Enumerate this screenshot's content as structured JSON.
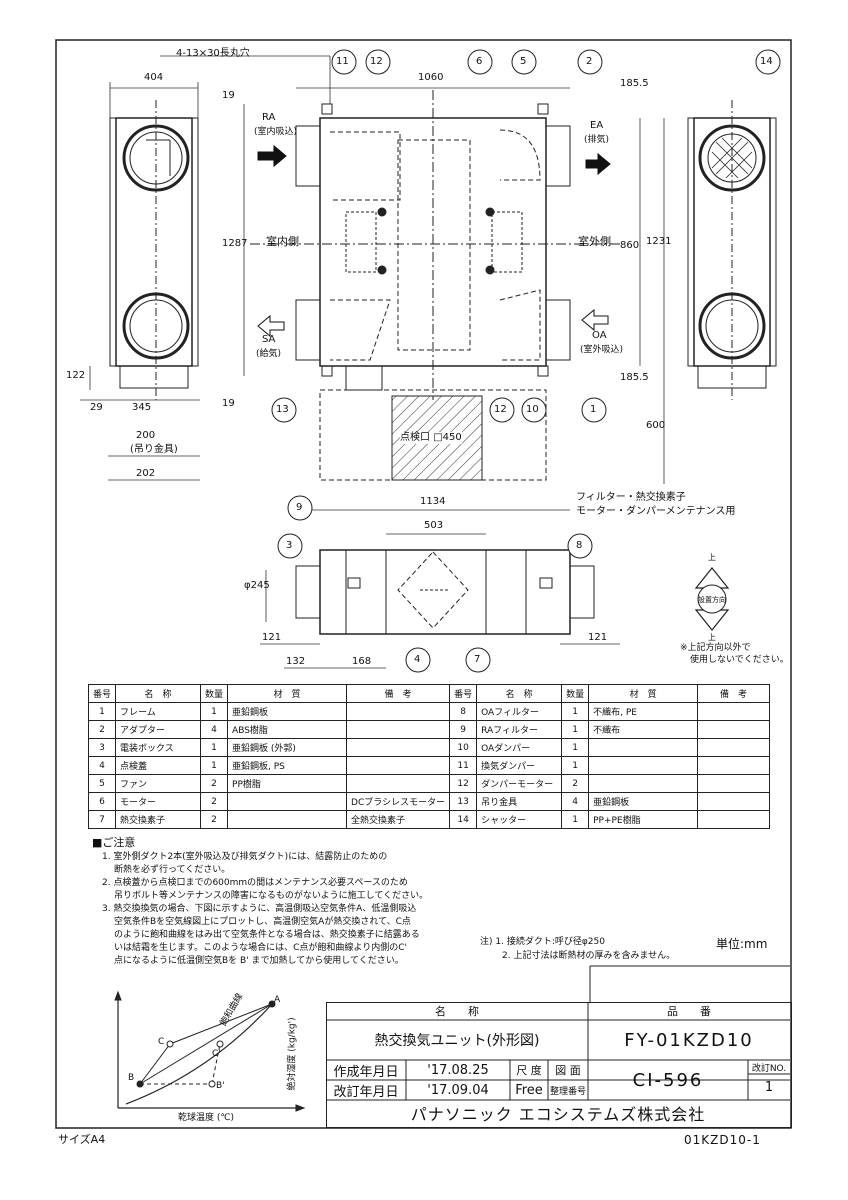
{
  "labels": {
    "slot": "4-13×30長丸穴",
    "dim_404": "404",
    "dim_1060": "1060",
    "dim_19a": "19",
    "dim_19b": "19",
    "dim_1287": "1287",
    "dim_860": "860",
    "dim_1231": "1231",
    "dim_185a": "185.5",
    "dim_185b": "185.5",
    "dim_600": "600",
    "dim_122": "122",
    "dim_29": "29",
    "dim_345": "345",
    "dim_200": "200",
    "hanger": "(吊り金具)",
    "dim_202": "202",
    "dim_1134": "1134",
    "dim_503": "503",
    "dim_phi245": "φ245",
    "dim_121a": "121",
    "dim_121b": "121",
    "dim_132": "132",
    "dim_168": "168",
    "ra": "RA",
    "ra_sub": "(室内吸込)",
    "ea": "EA",
    "ea_sub": "(排気)",
    "sa": "SA",
    "sa_sub": "(給気)",
    "oa": "OA",
    "oa_sub": "(室外吸込)",
    "indoor": "室内側",
    "outdoor": "室外側",
    "inspection": "点検口 □450",
    "maint1": "フィルター・熱交換素子",
    "maint2": "モーター・ダンパーメンテナンス用",
    "orient_up": "上",
    "orient_mid": "設置方向",
    "orient_dn": "上",
    "orient_note1": "※上記方向以外で",
    "orient_note2": "使用しないでください。",
    "b1": "11",
    "b2": "12",
    "b3": "6",
    "b4": "5",
    "b5": "2",
    "b6": "14",
    "b7": "13",
    "b8": "12",
    "b9": "10",
    "b10": "1",
    "b11": "9",
    "b12": "3",
    "b13": "8",
    "b14": "4",
    "b15": "7",
    "size": "サイズA4",
    "docno": "01KZD10-1"
  },
  "parts_table": {
    "headers": [
      "番号",
      "名　称",
      "数量",
      "材　質",
      "備　考",
      "番号",
      "名　称",
      "数量",
      "材　質",
      "備　考"
    ],
    "rows": [
      [
        "1",
        "フレーム",
        "1",
        "亜鉛鋼板",
        "",
        "8",
        "OAフィルター",
        "1",
        "不織布, PE",
        ""
      ],
      [
        "2",
        "アダプター",
        "4",
        "ABS樹脂",
        "",
        "9",
        "RAフィルター",
        "1",
        "不織布",
        ""
      ],
      [
        "3",
        "電装ボックス",
        "1",
        "亜鉛鋼板 (外郭)",
        "",
        "10",
        "OAダンパー",
        "1",
        "",
        ""
      ],
      [
        "4",
        "点検蓋",
        "1",
        "亜鉛鋼板, PS",
        "",
        "11",
        "換気ダンパー",
        "1",
        "",
        ""
      ],
      [
        "5",
        "ファン",
        "2",
        "PP樹脂",
        "",
        "12",
        "ダンパーモーター",
        "2",
        "",
        ""
      ],
      [
        "6",
        "モーター",
        "2",
        "",
        "DCブラシレスモーター",
        "13",
        "吊り金具",
        "4",
        "亜鉛鋼板",
        ""
      ],
      [
        "7",
        "熱交換素子",
        "2",
        "",
        "全熱交換素子",
        "14",
        "シャッター",
        "1",
        "PP+PE樹脂",
        ""
      ]
    ]
  },
  "notes": {
    "title": "■ご注意",
    "n1a": "1. 室外側ダクト2本(室外吸込及び排気ダクト)には、結露防止のための",
    "n1b": "断熱を必ず行ってください。",
    "n2a": "2. 点検蓋から点検口までの600mmの間はメンテナンス必要スペースのため",
    "n2b": "吊りボルト等メンテナンスの障害になるものがないように施工してください。",
    "n3a": "3. 熱交換換気の場合、下図に示すように、高温側吸込空気条件A、低温側吸込",
    "n3b": "空気条件Bを空気線図上にプロットし、高温側空気Aが熱交換されて、C点",
    "n3c": "のように飽和曲線をはみ出て空気条件となる場合は、熱交換素子に結露ある",
    "n3d": "いは結霜を生じます。このような場合には、C点が飽和曲線より内側のC'",
    "n3e": "点になるように低温側空気Bを B' まで加熱してから使用してください。",
    "r1": "注) 1. 接続ダクト:呼び径φ250",
    "r2": "2. 上記寸法は断熱材の厚みを含みません。",
    "unit": "単位:mm"
  },
  "chart": {
    "ylabel": "絶対湿度 (kg/kg')",
    "xlabel": "乾球温度 (℃)",
    "curve": "飽和曲線",
    "A": "A",
    "B": "B",
    "Bp": "B'",
    "C": "C",
    "Cp": "C'"
  },
  "title_block": {
    "name_h": "名　　称",
    "code_h": "品　　番",
    "name": "熱交換気ユニット(外形図)",
    "code": "FY-01KZD10",
    "made_l": "作成年月日",
    "made_v": "'17.08.25",
    "scale_l": "尺 度",
    "scale_v": "Free",
    "drawing_l": "図 面",
    "serial_l": "整理番号",
    "rev_l": "改訂年月日",
    "rev_v": "'17.09.04",
    "ci": "CI-596",
    "revno_l": "改訂NO.",
    "revno_v": "1",
    "company": "パナソニック エコシステムズ株式会社"
  }
}
